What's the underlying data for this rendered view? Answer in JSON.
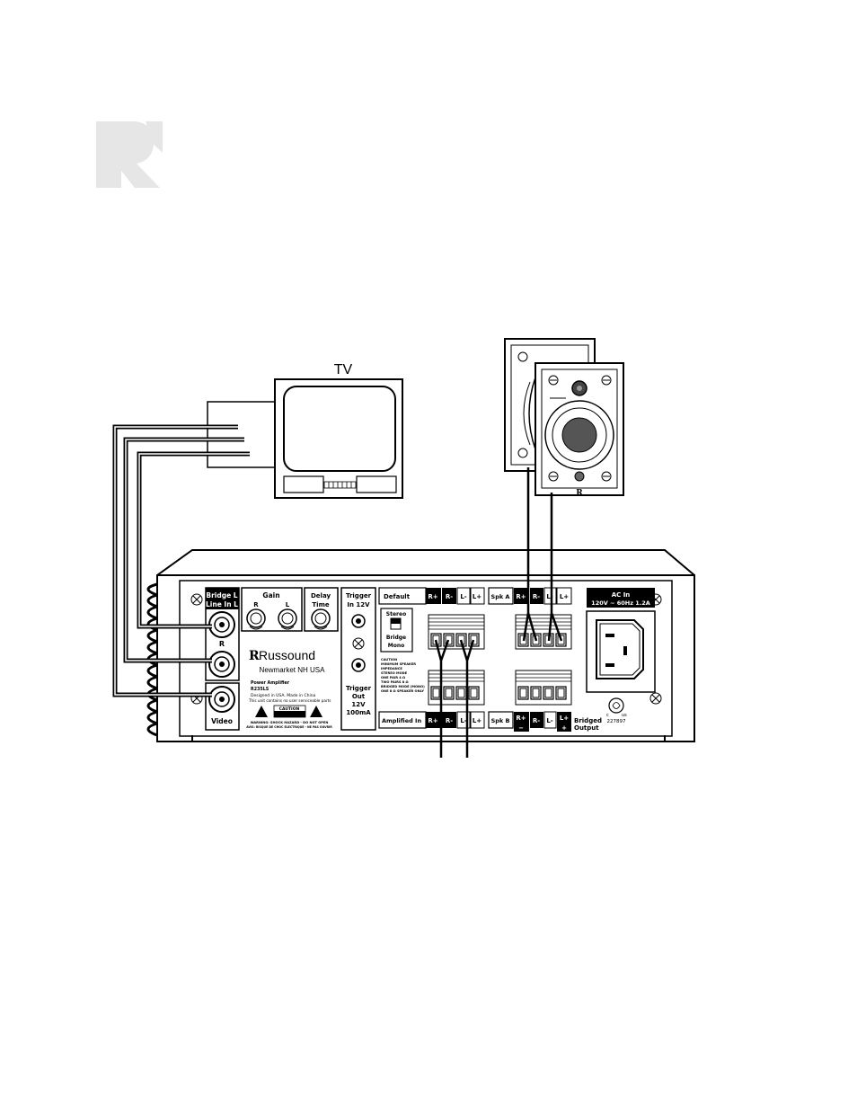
{
  "tv": {
    "label": "TV"
  },
  "amp": {
    "inputs": {
      "bridge_line_title": "Bridge L",
      "line_in_l": "Line In L",
      "r": "R",
      "video": "Video"
    },
    "gain": {
      "title": "Gain",
      "r": "R",
      "l": "L"
    },
    "delay": {
      "line1": "Delay",
      "line2": "Time"
    },
    "trigger": {
      "in1": "Trigger",
      "in2": "In 12V",
      "out1": "Trigger",
      "out2": "Out",
      "out3": "12V",
      "out4": "100mA"
    },
    "brand": {
      "name": "Russound",
      "location": "Newmarket NH USA",
      "product": "Power Amplifier",
      "model": "R235LS",
      "made": "Designed in USA. Made in China",
      "service": "This unit contains no user serviceable parts",
      "caution": "CAUTION",
      "warning1": "WARNING: SHOCK HAZARD - DO NOT OPEN",
      "warning2": "AVIS: RISQUE DE CHOC ELECTRIQUE - NE PAS OUVRIR"
    },
    "mode": {
      "stereo": "Stereo",
      "bridge": "Bridge",
      "mono": "Mono"
    },
    "caution_lines": [
      "CAUTION",
      "MINIMUM SPEAKER",
      "IMPEDANCE",
      "STEREO MODE",
      "ONE PAIR 4 Ω",
      "TWO PAIRS 8 Ω",
      "BRIDGED MODE (MONO)",
      "ONE 8 Ω SPEAKER ONLY"
    ],
    "terminals": {
      "default": "Default",
      "amplified_in": "Amplified In",
      "spk_a": "Spk A",
      "spk_b": "Spk B",
      "r_plus": "R+",
      "r_minus": "R-",
      "l_minus": "L-",
      "l_plus": "L+",
      "bridged1": "Bridged",
      "bridged2": "Output",
      "minus_sign": "−",
      "plus_sign": "+"
    },
    "ac": {
      "line1": "AC In",
      "line2": "120V ~ 60Hz 1.2A"
    },
    "cert": {
      "c": "c",
      "us": "us",
      "number": "227897"
    }
  },
  "speaker": {
    "logo": "R"
  }
}
